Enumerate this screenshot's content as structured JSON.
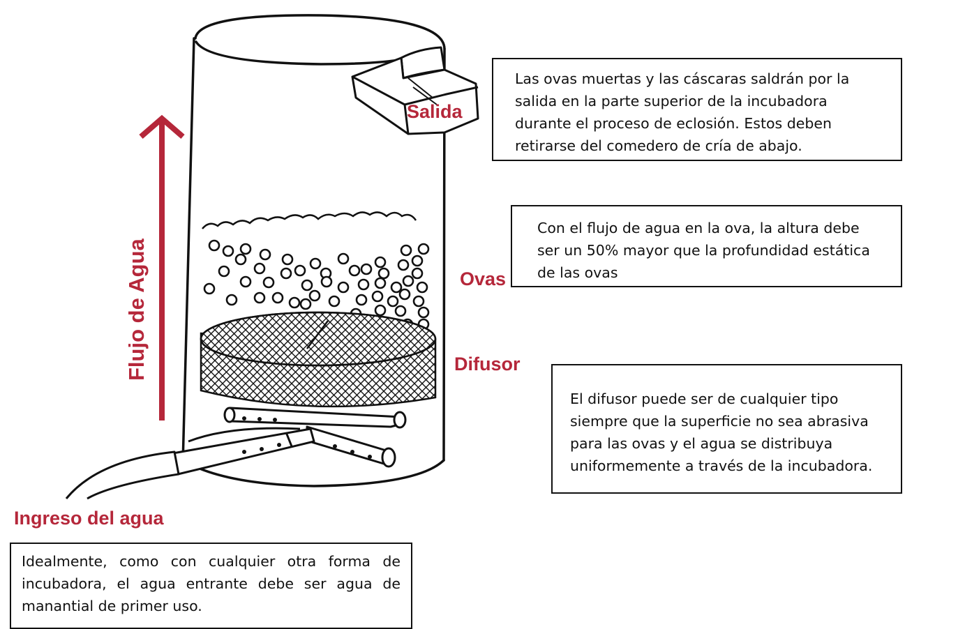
{
  "labels": {
    "outlet": "Salida",
    "eggs": "Ovas",
    "diffuser": "Difusor",
    "water_inlet": "Ingreso del agua",
    "water_flow": "Flujo de Agua"
  },
  "notes": {
    "outlet": "Las ovas muertas y las cáscaras saldrán por la salida en la parte superior de la incubadora durante el proceso de eclosión. Estos deben retirarse del comedero de cría de abajo.",
    "eggs": "Con el flujo de agua en la ova, la altura debe ser un 50% mayor que la profundidad estática de las ovas",
    "diffuser": "El difusor puede ser de cualquier tipo siempre que la superficie no sea abrasiva para las ovas y el agua se distribuya uniformemente a través de la incubadora.",
    "water_inlet": "Idealmente, como con cualquier otra forma de incubadora, el agua entrante debe ser agua de manantial de primer uso."
  },
  "colors": {
    "accent": "#b5273a",
    "ink": "#111111"
  },
  "icons": {
    "flow_arrow": "arrow-up-icon"
  }
}
